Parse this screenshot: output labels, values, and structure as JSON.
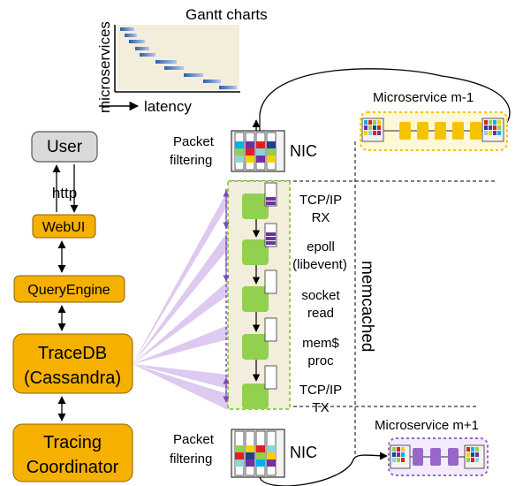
{
  "gantt": {
    "title": "Gantt charts",
    "y_label": "microservices",
    "x_label": "latency"
  },
  "left_stack": {
    "user": "User",
    "http": "http",
    "webui": "WebUI",
    "query_engine": "QueryEngine",
    "tracedb_line1": "TraceDB",
    "tracedb_line2": "(Cassandra)",
    "coordinator_line1": "Tracing",
    "coordinator_line2": "Coordinator"
  },
  "nic": {
    "label_top": "NIC",
    "label_bottom": "NIC",
    "filter_top_line1": "Packet",
    "filter_top_line2": "filtering",
    "filter_bottom_line1": "Packet",
    "filter_bottom_line2": "filtering"
  },
  "stages": [
    {
      "line1": "TCP/IP",
      "line2": "RX"
    },
    {
      "line1": "epoll",
      "line2": "(libevent)"
    },
    {
      "line1": "socket",
      "line2": "read"
    },
    {
      "line1": "mem$",
      "line2": "proc"
    },
    {
      "line1": "TCP/IP",
      "line2": "TX"
    }
  ],
  "memcached_label": "memcached",
  "microservice_prev": "Microservice m-1",
  "microservice_next": "Microservice m+1",
  "colors": {
    "orange": "#F5B000",
    "green": "#92D050",
    "purple": "#9966CC",
    "lavender": "#D4B8EC",
    "gray": "#D9D9D9",
    "gantt_bg": "#F3EEDB"
  }
}
